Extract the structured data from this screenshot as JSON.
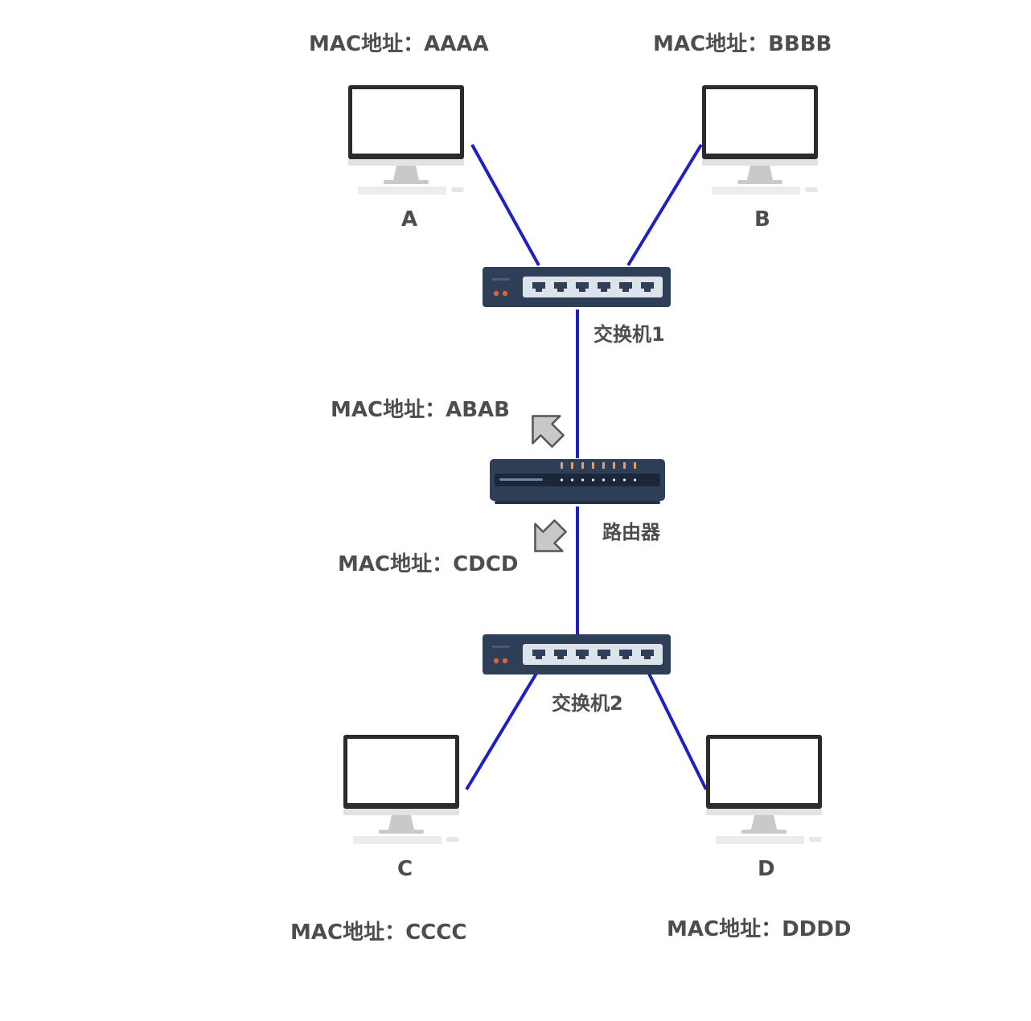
{
  "colors": {
    "link": "#1f1fc4",
    "device_body": "#2e3f57",
    "device_panel": "#dde3ea",
    "port": "#2e3f57",
    "led": "#e0632d",
    "label": "#4d4d4d",
    "arrow_fill": "#c8c8c8",
    "arrow_stroke": "#555555"
  },
  "hosts": [
    {
      "id": "A",
      "name": "A",
      "mac_prefix": "MAC地址：",
      "mac_value": "AAAA",
      "icon": "monitor-icon"
    },
    {
      "id": "B",
      "name": "B",
      "mac_prefix": "MAC地址：",
      "mac_value": "BBBB",
      "icon": "monitor-icon"
    },
    {
      "id": "C",
      "name": "C",
      "mac_prefix": "MAC地址：",
      "mac_value": "CCCC",
      "icon": "monitor-icon"
    },
    {
      "id": "D",
      "name": "D",
      "mac_prefix": "MAC地址：",
      "mac_value": "DDDD",
      "icon": "monitor-icon"
    }
  ],
  "switches": [
    {
      "id": "sw1",
      "name": "交换机1",
      "icon": "switch-icon"
    },
    {
      "id": "sw2",
      "name": "交换机2",
      "icon": "switch-icon"
    }
  ],
  "router": {
    "name": "路由器",
    "icon": "router-icon",
    "interfaces": [
      {
        "side": "upper",
        "mac_prefix": "MAC地址：",
        "mac_value": "ABAB"
      },
      {
        "side": "lower",
        "mac_prefix": "MAC地址：",
        "mac_value": "CDCD"
      }
    ]
  },
  "links": [
    {
      "from": "A",
      "to": "sw1"
    },
    {
      "from": "B",
      "to": "sw1"
    },
    {
      "from": "sw1",
      "to": "router"
    },
    {
      "from": "router",
      "to": "sw2"
    },
    {
      "from": "sw2",
      "to": "C"
    },
    {
      "from": "sw2",
      "to": "D"
    }
  ]
}
